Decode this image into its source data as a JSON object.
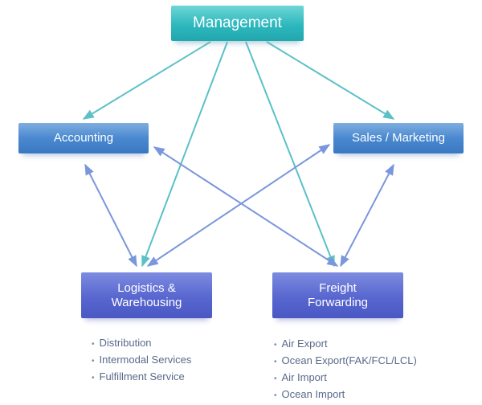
{
  "nodes": {
    "management": "Management",
    "accounting": "Accounting",
    "sales": "Sales / Marketing",
    "logistics": [
      "Logistics &",
      "Warehousing"
    ],
    "freight": [
      "Freight",
      "Forwarding"
    ]
  },
  "logistics_services": [
    "Distribution",
    "Intermodal Services",
    "Fulfillment Service"
  ],
  "freight_services": [
    "Air Export",
    "Ocean Export(FAK/FCL/LCL)",
    "Air Import",
    "Ocean Import"
  ],
  "colors": {
    "management_arrow": "#5cc0c8",
    "department_arrow": "#7a96dc"
  }
}
